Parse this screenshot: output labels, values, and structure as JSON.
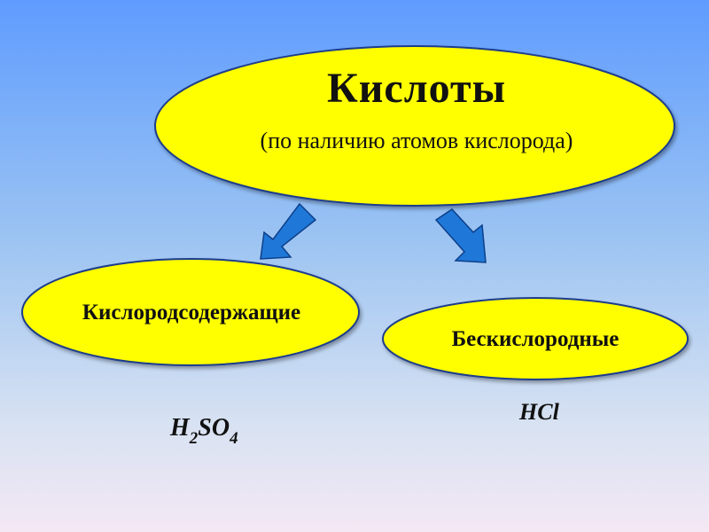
{
  "diagram": {
    "root": {
      "title": "Кислоты",
      "subtitle": "(по наличию атомов кислорода)"
    },
    "branches": [
      {
        "label": "Кислородсодержащие",
        "example": {
          "part1": "H",
          "sub1": "2",
          "part2": "SO",
          "sub2": "4"
        }
      },
      {
        "label": "Бескислородные",
        "example": {
          "text": "HCl"
        }
      }
    ]
  },
  "colors": {
    "ellipse_fill": "#ffff00",
    "ellipse_stroke": "#1f3c8c",
    "arrow_fill": "#1f78d8",
    "arrow_stroke": "#0d3f8a"
  }
}
